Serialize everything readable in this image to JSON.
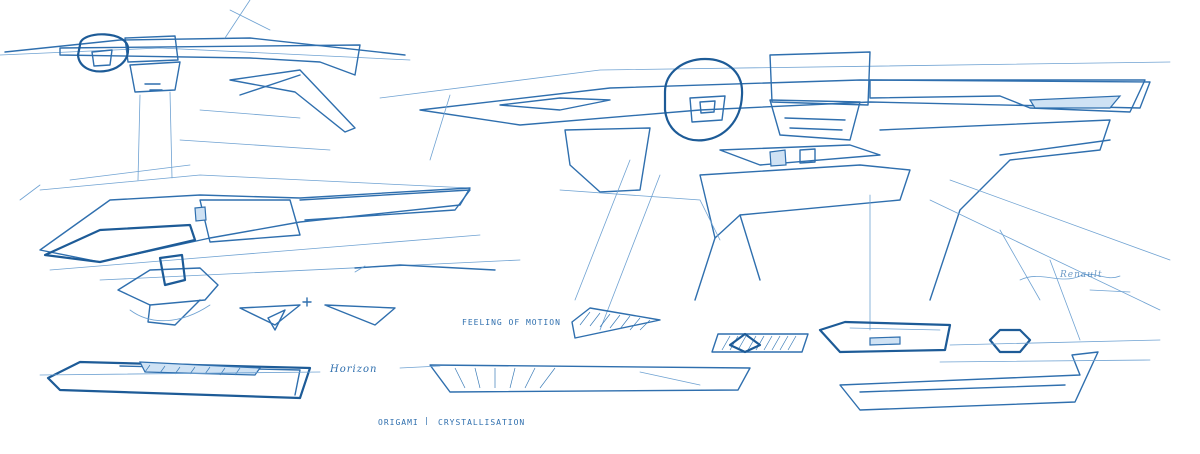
{
  "annotations": {
    "feeling": "FEELING OF MOTION",
    "horizon": "Horizon",
    "origami": "ORIGAMI",
    "crystallisation": "CRYSTALLISATION",
    "signature": "Renault"
  },
  "colors": {
    "ink": "#2f6fae",
    "ink_light": "#6fa2d2",
    "ink_dark": "#1d5b97",
    "paper": "#ffffff"
  }
}
